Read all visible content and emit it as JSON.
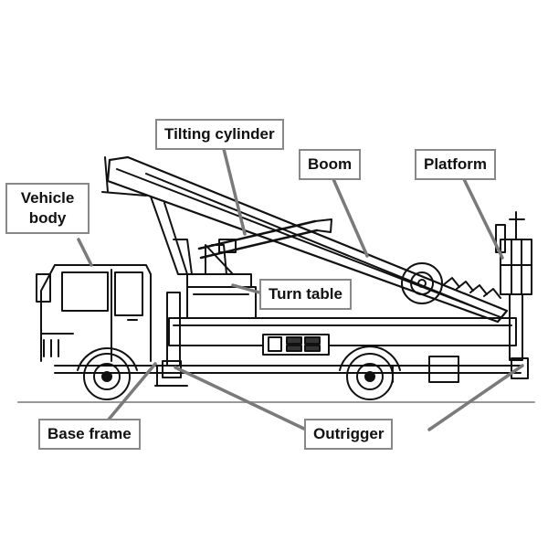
{
  "labels": {
    "tilting_cylinder": "Tilting cylinder",
    "boom": "Boom",
    "platform": "Platform",
    "vehicle_body_line1": "Vehicle",
    "vehicle_body_line2": "body",
    "turn_table": "Turn table",
    "base_frame": "Base frame",
    "outrigger": "Outrigger"
  },
  "colors": {
    "label_border": "#888888",
    "pointer": "#7a7a7a",
    "drawing": "#111111"
  }
}
